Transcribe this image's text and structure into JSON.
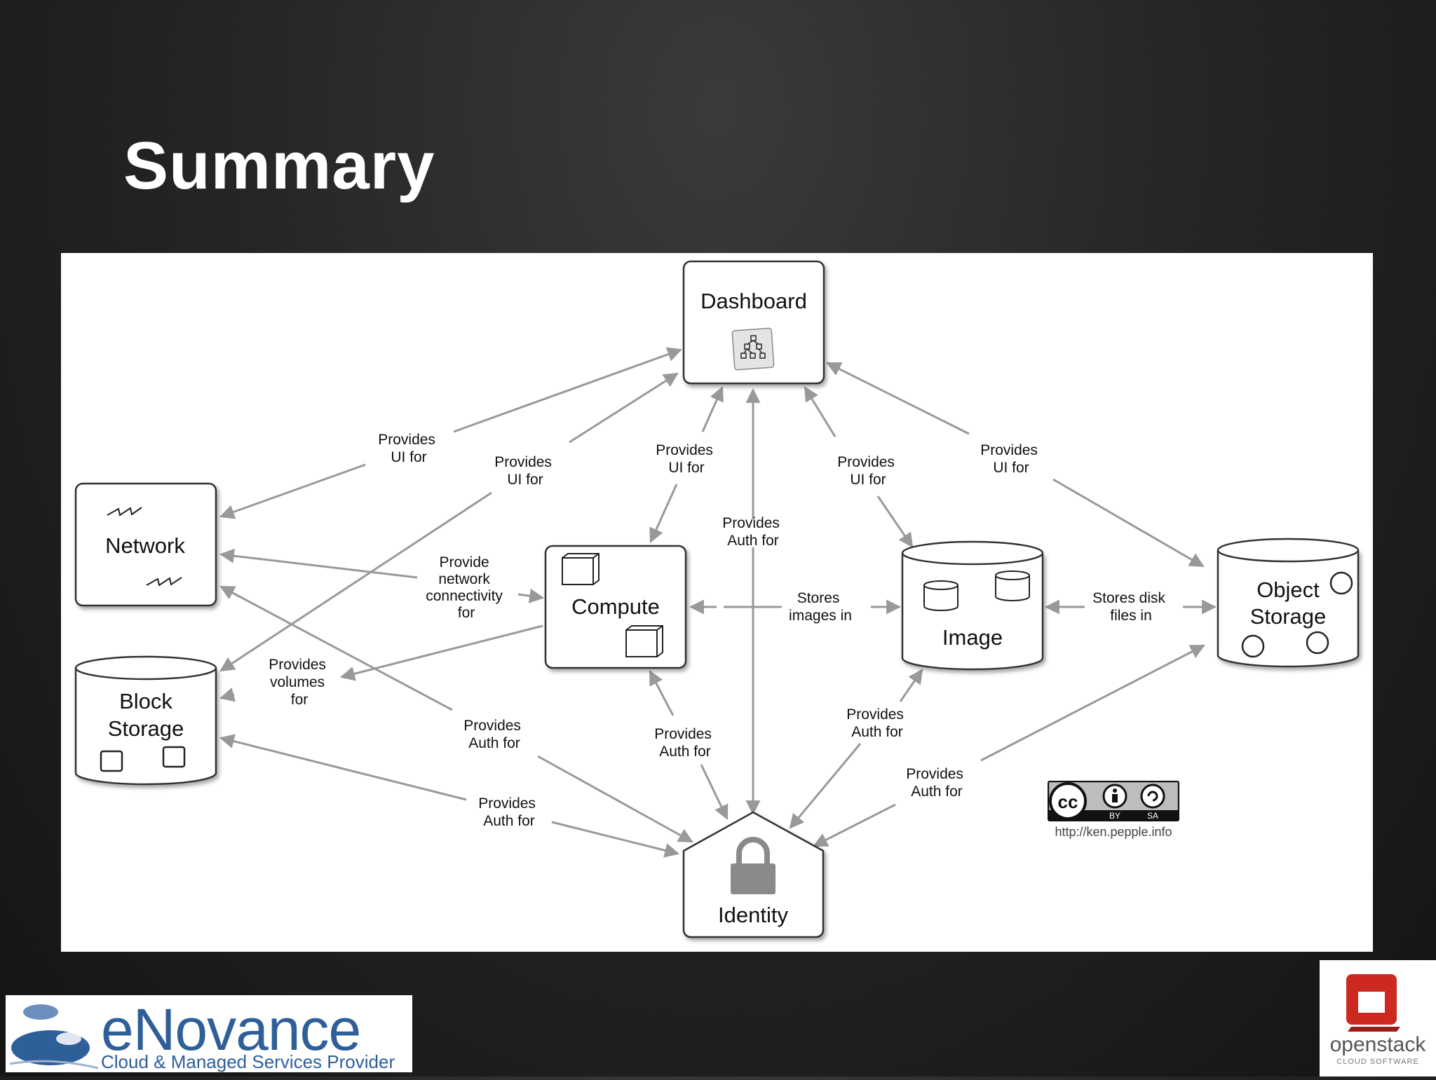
{
  "slide": {
    "title": "Summary"
  },
  "nodes": {
    "dashboard": "Dashboard",
    "network": "Network",
    "block_storage_1": "Block",
    "block_storage_2": "Storage",
    "compute": "Compute",
    "image": "Image",
    "object_storage_1": "Object",
    "object_storage_2": "Storage",
    "identity": "Identity"
  },
  "edge_labels": {
    "dash_network": [
      "Provides",
      "UI for"
    ],
    "dash_block": [
      "Provides",
      "UI for"
    ],
    "dash_compute": [
      "Provides",
      "UI for"
    ],
    "identity_dash": [
      "Provides",
      "Auth for"
    ],
    "dash_image": [
      "Provides",
      "UI for"
    ],
    "dash_object": [
      "Provides",
      "UI for"
    ],
    "net_compute": [
      "Provide",
      "network",
      "connectivity",
      "for"
    ],
    "block_compute": [
      "Provides",
      "volumes",
      "for"
    ],
    "image_compute": [
      "Stores",
      "images in"
    ],
    "image_object": [
      "Stores disk",
      "files in"
    ],
    "identity_network": [
      "Provides",
      "Auth for"
    ],
    "identity_compute": [
      "Provides",
      "Auth for"
    ],
    "identity_image": [
      "Provides",
      "Auth for"
    ],
    "identity_object": [
      "Provides",
      "Auth for"
    ],
    "identity_block": [
      "Provides",
      "Auth for"
    ]
  },
  "license": {
    "badge": "cc",
    "by": "BY",
    "sa": "SA",
    "url": "http://ken.pepple.info"
  },
  "logos": {
    "enovance_name": "eNovance",
    "enovance_tagline": "Cloud & Managed Services Provider",
    "openstack_name": "openstack",
    "openstack_tagline": "CLOUD SOFTWARE"
  },
  "colors": {
    "edge": "#999999",
    "node_stroke": "#333333",
    "enovance_blue": "#2f5f99",
    "openstack_red": "#cc2a21"
  }
}
